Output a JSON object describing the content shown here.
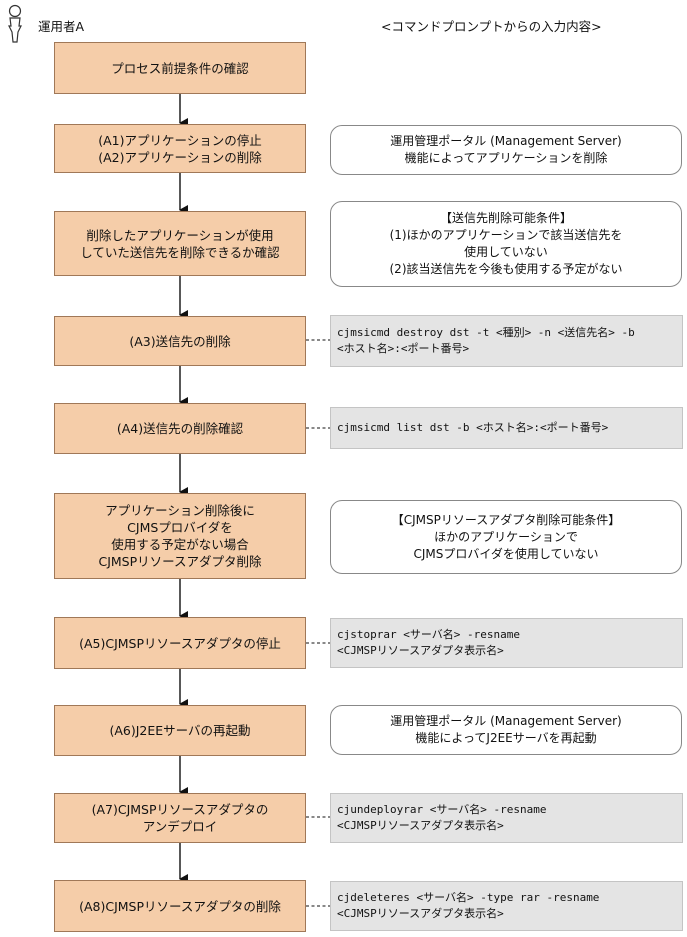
{
  "operator": "運用者A",
  "column_title": "<コマンドプロンプトからの入力内容>",
  "steps": [
    {
      "lines": [
        "プロセス前提条件の確認"
      ]
    },
    {
      "lines": [
        "(A1)アプリケーションの停止",
        "(A2)アプリケーションの削除"
      ]
    },
    {
      "lines": [
        "削除したアプリケーションが使用",
        "していた送信先を削除できるか確認"
      ]
    },
    {
      "lines": [
        "(A3)送信先の削除"
      ]
    },
    {
      "lines": [
        "(A4)送信先の削除確認"
      ]
    },
    {
      "lines": [
        "アプリケーション削除後に",
        "CJMSプロバイダを",
        "使用する予定がない場合",
        "CJMSPリソースアダプタ削除"
      ]
    },
    {
      "lines": [
        "(A5)CJMSPリソースアダプタの停止"
      ]
    },
    {
      "lines": [
        "(A6)J2EEサーバの再起動"
      ]
    },
    {
      "lines": [
        "(A7)CJMSPリソースアダプタの",
        "アンデプロイ"
      ]
    },
    {
      "lines": [
        "(A8)CJMSPリソースアダプタの削除"
      ]
    }
  ],
  "notes": [
    {
      "lines": [
        "運用管理ポータル (Management Server)",
        "機能によってアプリケーションを削除"
      ]
    },
    {
      "lines": [
        "【送信先削除可能条件】",
        "(1)ほかのアプリケーションで該当送信先を",
        "使用していない",
        "(2)該当送信先を今後も使用する予定がない"
      ]
    },
    {
      "lines": [
        "【CJMSPリソースアダプタ削除可能条件】",
        "ほかのアプリケーションで",
        "CJMSプロバイダを使用していない"
      ]
    },
    {
      "lines": [
        "運用管理ポータル (Management Server)",
        "機能によってJ2EEサーバを再起動"
      ]
    }
  ],
  "commands": [
    {
      "lines": [
        "cjmsicmd destroy dst -t <種別> -n <送信先名> -b",
        "<ホスト名>:<ポート番号>"
      ]
    },
    {
      "lines": [
        "cjmsicmd list dst -b <ホスト名>:<ポート番号>"
      ]
    },
    {
      "lines": [
        "cjstoprar <サーバ名> -resname",
        "<CJMSPリソースアダプタ表示名>"
      ]
    },
    {
      "lines": [
        "cjundeployrar <サーバ名> -resname",
        "<CJMSPリソースアダプタ表示名>"
      ]
    },
    {
      "lines": [
        "cjdeleteres <サーバ名> -type rar -resname",
        "<CJMSPリソースアダプタ表示名>"
      ]
    }
  ],
  "colors": {
    "step_fill": "#f5cda9",
    "step_border": "#a07858",
    "command_fill": "#e4e4e4"
  }
}
